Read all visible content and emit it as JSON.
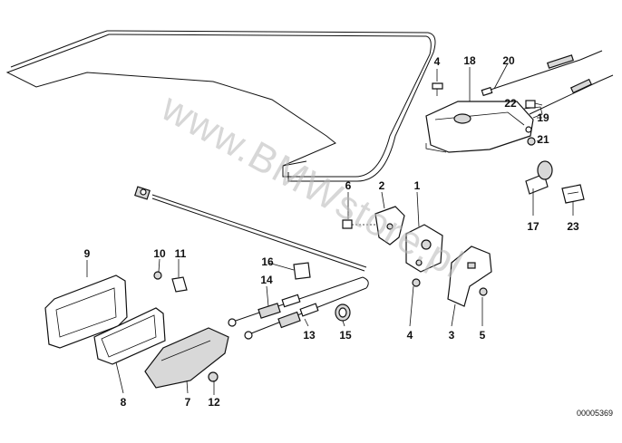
{
  "diagram": {
    "watermark": "www.BMWstore.pl",
    "reference_number": "00005369",
    "labels": [
      "1",
      "2",
      "3",
      "4",
      "4",
      "5",
      "6",
      "7",
      "8",
      "9",
      "10",
      "11",
      "12",
      "13",
      "14",
      "15",
      "16",
      "17",
      "18",
      "19",
      "20",
      "21",
      "22",
      "23"
    ]
  }
}
